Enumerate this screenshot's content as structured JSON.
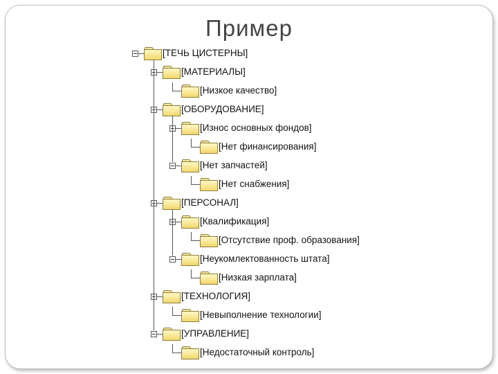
{
  "slide": {
    "title": "Пример"
  },
  "tree": [
    {
      "label": "[ТЕЧЬ ЦИСТЕРНЫ]",
      "children": [
        {
          "label": "[МАТЕРИАЛЫ]",
          "children": [
            {
              "label": "[Низкое качество]",
              "children": []
            }
          ]
        },
        {
          "label": "[ОБОРУДОВАНИЕ]",
          "children": [
            {
              "label": "[Износ основных фондов]",
              "children": [
                {
                  "label": "[Нет финансирования]",
                  "children": []
                }
              ]
            },
            {
              "label": "[Нет запчастей]",
              "children": [
                {
                  "label": "[Нет снабжения]",
                  "children": []
                }
              ]
            }
          ]
        },
        {
          "label": "[ПЕРСОНАЛ]",
          "children": [
            {
              "label": "[Квалификация]",
              "children": [
                {
                  "label": "[Отсутствие проф. образования]",
                  "children": []
                }
              ]
            },
            {
              "label": "[Неукомлектованность штата]",
              "children": [
                {
                  "label": "[Низкая зарплата]",
                  "children": []
                }
              ]
            }
          ]
        },
        {
          "label": "[ТЕХНОЛОГИЯ]",
          "children": [
            {
              "label": "[Невыполнение технологии]",
              "children": []
            }
          ]
        },
        {
          "label": "[УПРАВЛЕНИЕ]",
          "children": [
            {
              "label": "[Недостаточный контроль]",
              "children": []
            }
          ]
        }
      ]
    }
  ]
}
